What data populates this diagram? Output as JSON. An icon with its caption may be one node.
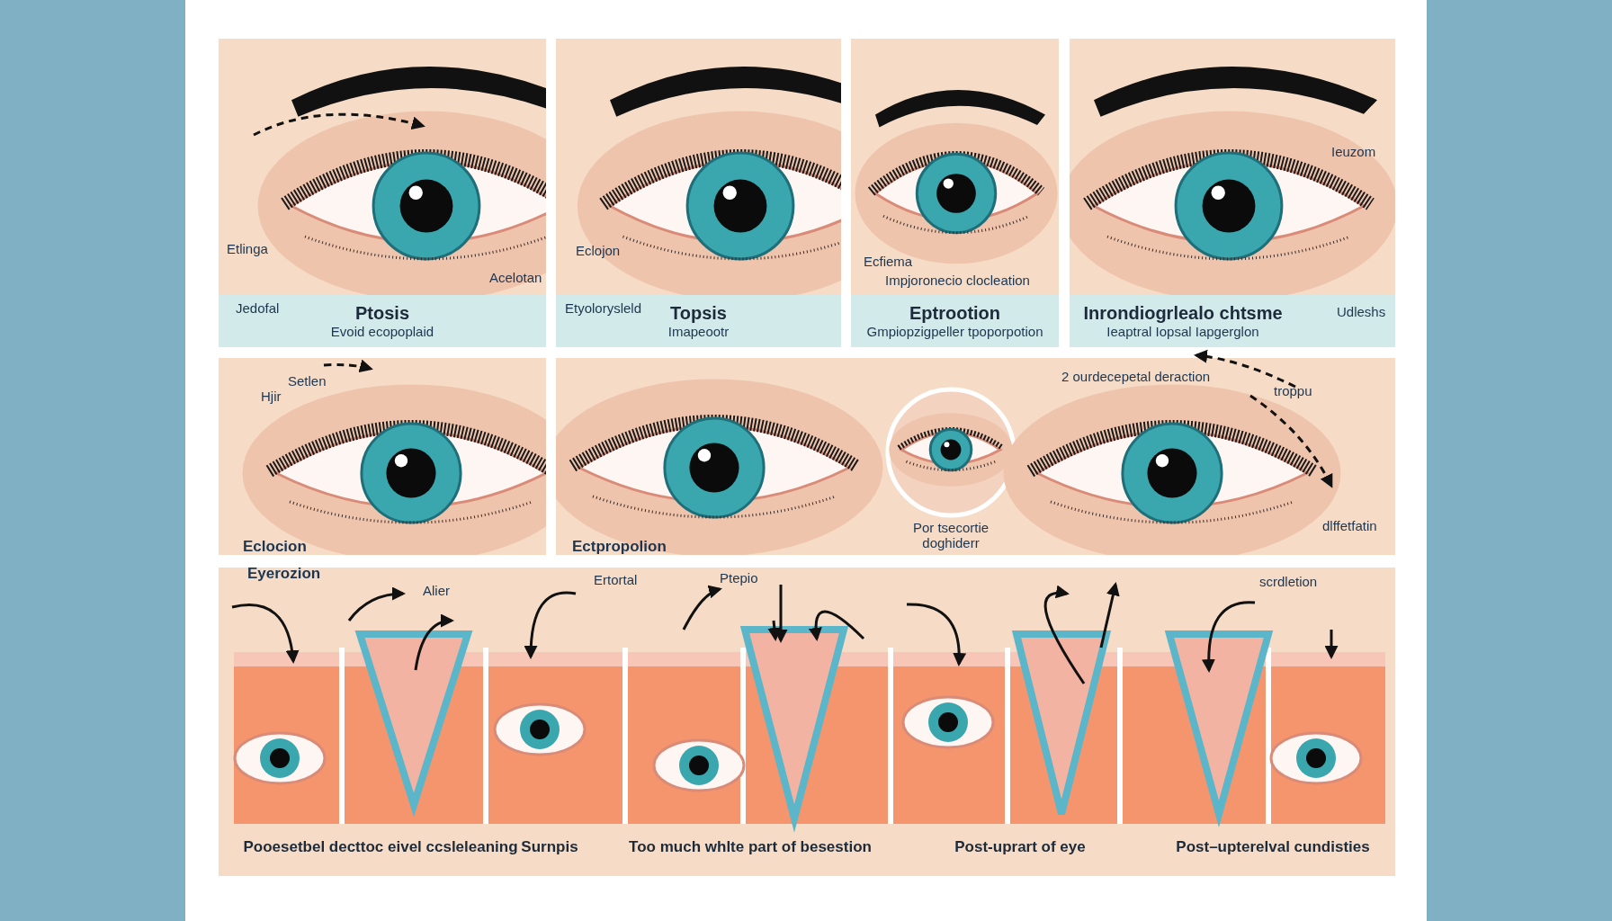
{
  "diagram": {
    "nodes": [
      {
        "text": [
          "Ptosis",
          "Evoid ecopoplaid"
        ]
      },
      {
        "text": [
          "Topsis",
          "Imapeootr"
        ]
      },
      {
        "text": [
          "Eptrootion",
          "Gmpiopzigpeller tpoporpotion"
        ]
      },
      {
        "text": [
          "Inrondiogrlealo chtsme",
          "Ieaptral Iopsal Iapgerglon"
        ]
      }
    ],
    "labels": [
      "Etlinga",
      "Eclojon",
      "Ecfiema",
      "Impjoronecio clocleation",
      "Ieuzom",
      "Acelotan",
      "Jedofal",
      "Etyolorysleld",
      "Udleshs",
      "Setlen",
      "Hjir",
      "2 ourdecepetal deraction",
      "troppu",
      "Por tsecortie doghiderr",
      "dlffetfatin",
      "Eclocion",
      "Ectpropolion",
      "Eyerozion",
      "Ertortal",
      "Ptepio",
      "Alier",
      "scrdletion",
      "Pooesetbel decttoc eivel ccsleleaning",
      "Surnpis",
      "Too much whlte part of besestion",
      "Post-uprart of eye",
      "Post–upterelval cundisties"
    ]
  }
}
